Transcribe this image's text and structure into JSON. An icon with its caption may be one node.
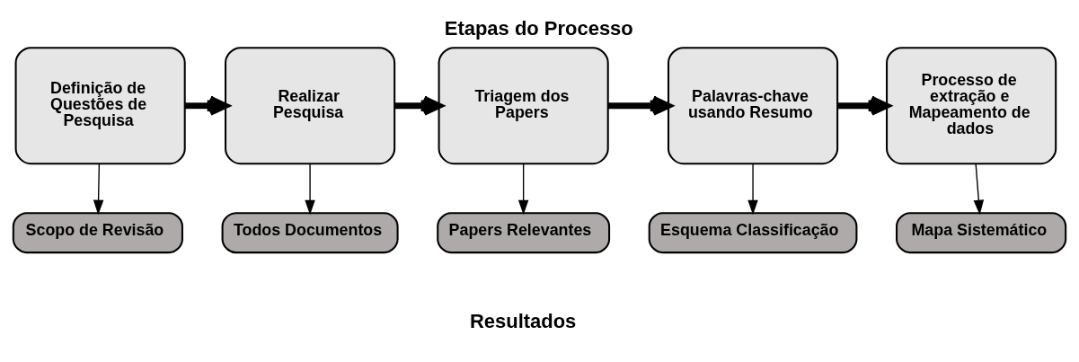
{
  "diagram": {
    "title": "Etapas do Processo",
    "nodes": [
      {
        "text": [
          "Definição de Questões de Pesquisa"
        ]
      },
      {
        "text": [
          "Realizar Pesquisa"
        ]
      },
      {
        "text": [
          "Triagem dos Papers"
        ]
      },
      {
        "text": [
          "Palavras-chave usando Resumo"
        ]
      },
      {
        "text": [
          "Processo de extração e Mapeamento de dados"
        ]
      },
      {
        "text": [
          "Scopo de Revisão"
        ]
      },
      {
        "text": [
          "Todos Documentos"
        ]
      },
      {
        "text": [
          "Papers Relevantes"
        ]
      },
      {
        "text": [
          "Esquema Classificação"
        ]
      },
      {
        "text": [
          "Mapa Sistemático"
        ]
      }
    ],
    "edges": [
      {
        "from": 0,
        "to": 5,
        "arrow": "to"
      },
      {
        "from": 1,
        "to": 6,
        "arrow": "to"
      },
      {
        "from": 2,
        "to": 7,
        "arrow": "to"
      },
      {
        "from": 3,
        "to": 8,
        "arrow": "to"
      },
      {
        "from": 4,
        "to": 9,
        "arrow": "to"
      },
      {
        "from": 0,
        "to": 1,
        "arrow": "to",
        "style": "thick"
      },
      {
        "from": 1,
        "to": 2,
        "arrow": "to",
        "style": "thick"
      },
      {
        "from": 2,
        "to": 3,
        "arrow": "to",
        "style": "thick"
      },
      {
        "from": 3,
        "to": 4,
        "arrow": "to",
        "style": "thick"
      }
    ],
    "labels": [
      "Resultados"
    ]
  }
}
